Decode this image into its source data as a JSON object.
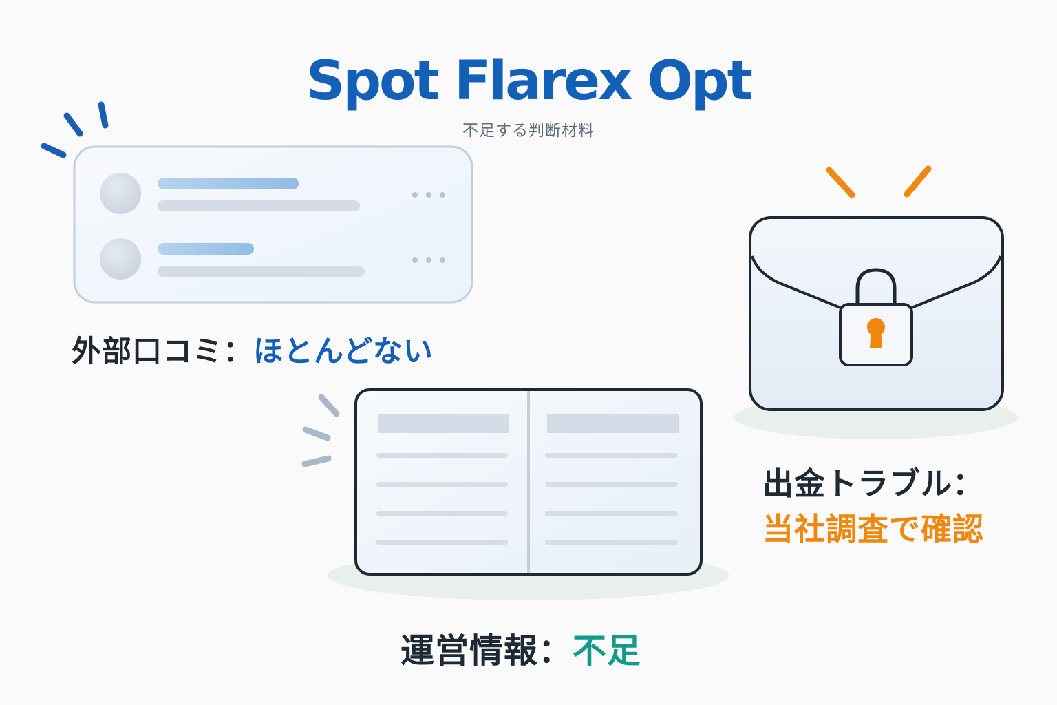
{
  "header": {
    "title": "Spot Flarex Opt",
    "subtitle": "不足する判断材料"
  },
  "reviews": {
    "label_prefix": "外部口コミ：",
    "label_value": "ほとんどない",
    "icon": "review-list-card-icon"
  },
  "operator": {
    "label_prefix": "運営情報：",
    "label_value": "不足",
    "icon": "open-book-icon"
  },
  "withdrawal": {
    "label_prefix": "出金トラブル：",
    "label_value": "当社調査で確認",
    "icon": "locked-wallet-icon"
  },
  "colors": {
    "brand_blue": "#1260b8",
    "teal": "#129a8a",
    "orange": "#f0870f",
    "text_dark": "#1f2933"
  }
}
